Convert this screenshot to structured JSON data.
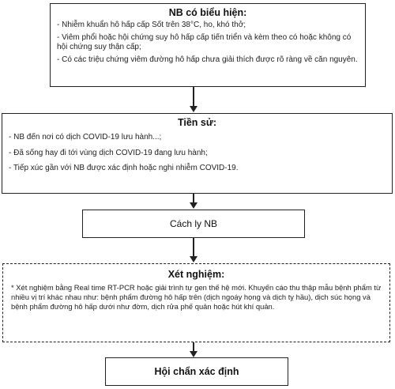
{
  "box1": {
    "title": "NB có biểu hiện:",
    "lines": [
      "- Nhiễm khuẩn hô hấp cấp Sốt trên 38°C, ho, khó thở;",
      "- Viêm phổi hoặc hội chứng suy hô hấp cấp tiến triển và kèm theo có hoặc không có hội chứng suy thận cấp;",
      "- Có các triệu chứng viêm đường hô hấp chưa giải thích được rõ ràng về căn nguyên."
    ]
  },
  "box2": {
    "title": "Tiền sử:",
    "lines": [
      "- NB đến nơi có dịch COVID-19 lưu hành...;",
      "- Đã sống hay đi tới vùng dịch COVID-19 đang lưu hành;",
      "- Tiếp xúc gần với NB được xác định hoặc nghi nhiễm COVID-19."
    ]
  },
  "box3": {
    "label": "Cách ly NB"
  },
  "box4": {
    "title": "Xét nghiệm:",
    "text": "* Xét nghiệm bằng Real time RT-PCR hoặc giải trình tự gen thế hệ mới. Khuyến cáo thu thập mẫu bệnh phẩm từ nhiều vị trí khác nhau như: bệnh phẩm đường hô hấp trên (dịch ngoáy họng và dịch tỵ hầu), dịch súc họng và bệnh phẩm đường hô hấp dưới như đờm, dịch rửa phế quản hoặc hút khí quản."
  },
  "box5": {
    "label": "Hội chẩn xác định"
  }
}
